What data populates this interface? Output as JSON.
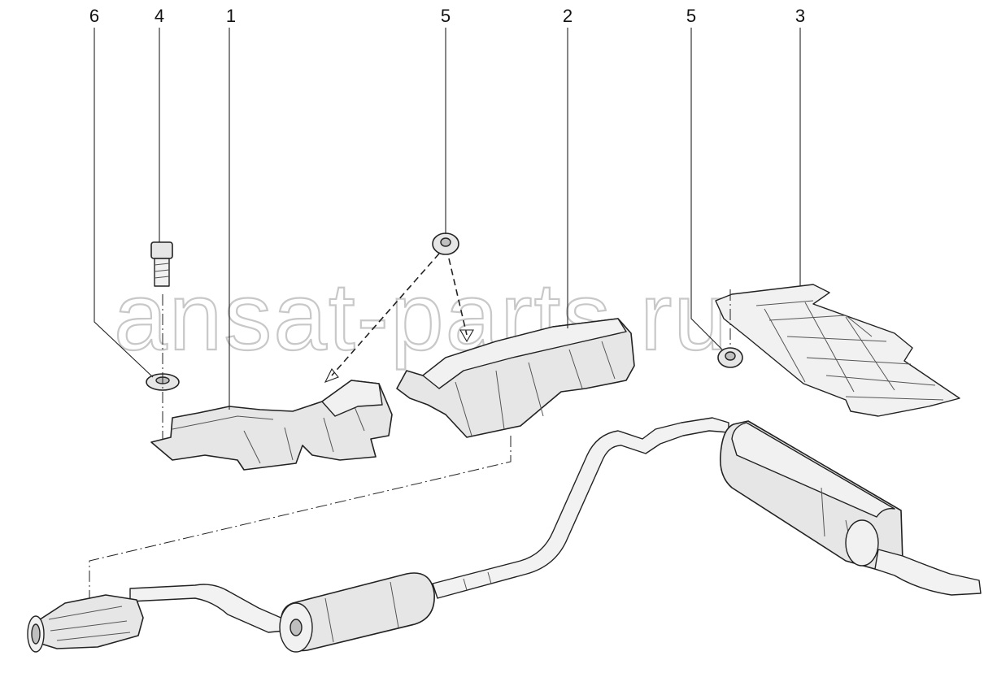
{
  "callouts": [
    "6",
    "4",
    "1",
    "5",
    "2",
    "5",
    "3"
  ],
  "watermark": "ansat-parts.ru"
}
